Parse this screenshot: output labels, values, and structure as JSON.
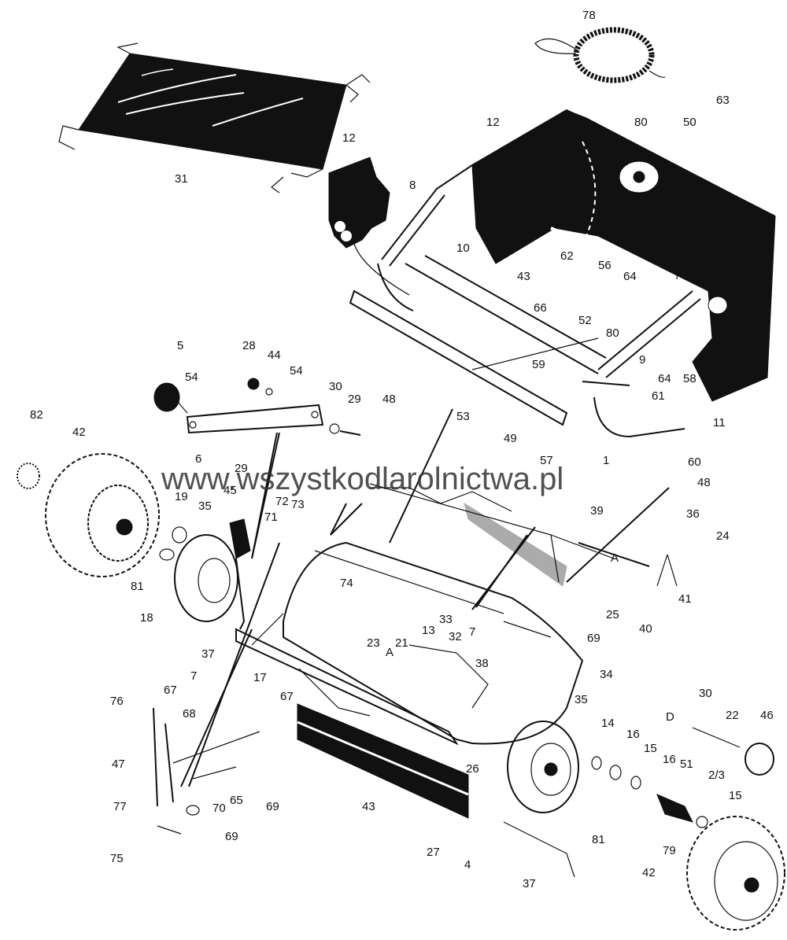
{
  "watermark": "www.wszystkodlarolnictwa.pl",
  "labels": [
    "78",
    "63",
    "12",
    "80",
    "50",
    "12",
    "8",
    "31",
    "10",
    "62",
    "56",
    "64",
    "43",
    "66",
    "52",
    "80",
    "9",
    "59",
    "64",
    "58",
    "61",
    "11",
    "60",
    "5",
    "28",
    "44",
    "54",
    "54",
    "30",
    "29",
    "6",
    "29",
    "48",
    "53",
    "49",
    "57",
    "1",
    "48",
    "39",
    "36",
    "24",
    "82",
    "42",
    "19",
    "35",
    "45",
    "72",
    "71",
    "73",
    "74",
    "A",
    "41",
    "25",
    "40",
    "81",
    "18",
    "33",
    "23",
    "21",
    "A",
    "13",
    "32",
    "7",
    "38",
    "69",
    "34",
    "37",
    "17",
    "7",
    "76",
    "67",
    "68",
    "67",
    "30",
    "D",
    "22",
    "46",
    "35",
    "14",
    "16",
    "15",
    "16",
    "51",
    "2/3",
    "15",
    "47",
    "77",
    "70",
    "65",
    "69",
    "69",
    "43",
    "26",
    "81",
    "79",
    "42",
    "27",
    "4",
    "75",
    "37"
  ]
}
